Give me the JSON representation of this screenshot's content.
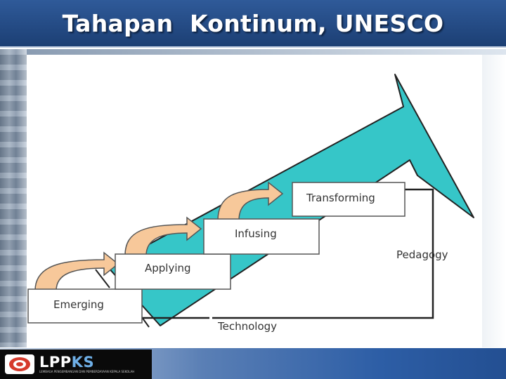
{
  "slide": {
    "title": "Tahapan  Kontinum, UNESCO"
  },
  "diagram": {
    "stages": [
      "Emerging",
      "Applying",
      "Infusing",
      "Transforming"
    ],
    "x_axis_label": "Technology",
    "y_axis_label": "Pedagogy",
    "colors": {
      "arrow": "#36c6c8",
      "step_arrow": "#f7c89a",
      "box_border": "#555555",
      "axis_line": "#222222"
    }
  },
  "footer": {
    "logo_lp": "LPP",
    "logo_ks": "KS",
    "logo_subtitle": "LEMBAGA PENGEMBANGAN DAN PEMBERDAYAAN KEPALA SEKOLAH"
  }
}
